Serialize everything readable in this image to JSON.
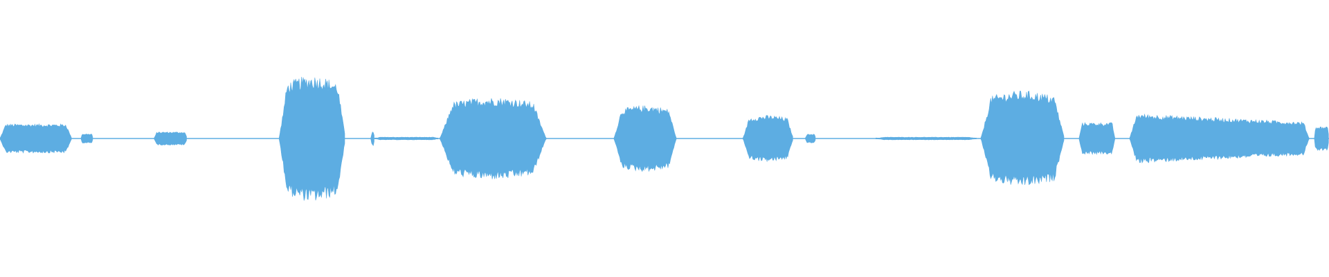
{
  "waveform": {
    "color": "#5dade2",
    "background": "#ffffff",
    "silence_level": 0.005,
    "segments": [
      {
        "start": 0.0,
        "end": 0.054,
        "amp": 0.22,
        "shape": "flat"
      },
      {
        "start": 0.061,
        "end": 0.07,
        "amp": 0.07,
        "shape": "flat"
      },
      {
        "start": 0.116,
        "end": 0.141,
        "amp": 0.1,
        "shape": "flat"
      },
      {
        "start": 0.21,
        "end": 0.26,
        "amp": 0.95,
        "shape": "dome"
      },
      {
        "start": 0.279,
        "end": 0.282,
        "amp": 0.12,
        "shape": "spike"
      },
      {
        "start": 0.282,
        "end": 0.33,
        "amp": 0.02,
        "shape": "flat"
      },
      {
        "start": 0.331,
        "end": 0.411,
        "amp": 0.62,
        "shape": "dome"
      },
      {
        "start": 0.462,
        "end": 0.509,
        "amp": 0.5,
        "shape": "dome"
      },
      {
        "start": 0.559,
        "end": 0.597,
        "amp": 0.35,
        "shape": "dome"
      },
      {
        "start": 0.606,
        "end": 0.614,
        "amp": 0.07,
        "shape": "dome"
      },
      {
        "start": 0.659,
        "end": 0.735,
        "amp": 0.02,
        "shape": "flat"
      },
      {
        "start": 0.738,
        "end": 0.801,
        "amp": 0.72,
        "shape": "dome"
      },
      {
        "start": 0.812,
        "end": 0.839,
        "amp": 0.24,
        "shape": "flat"
      },
      {
        "start": 0.85,
        "end": 0.985,
        "amp": 0.38,
        "shape": "fade"
      },
      {
        "start": 0.989,
        "end": 1.0,
        "amp": 0.18,
        "shape": "flat"
      }
    ]
  }
}
